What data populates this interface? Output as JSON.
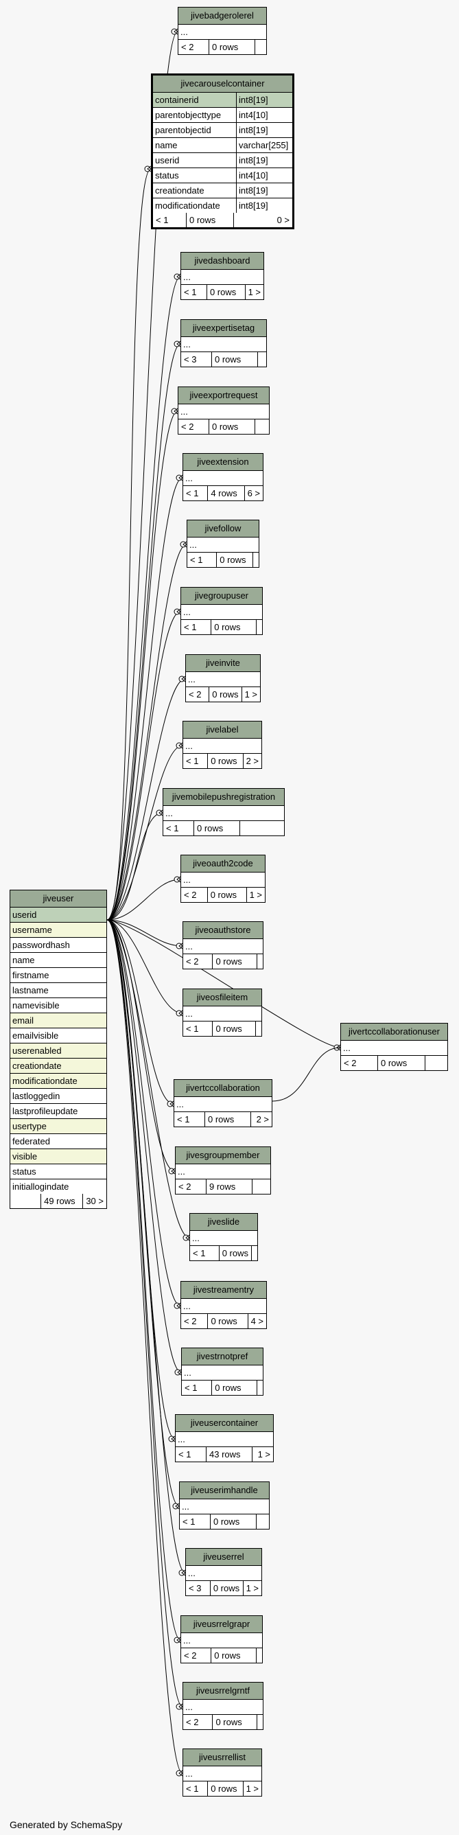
{
  "footer": "Generated by SchemaSpy",
  "colors": {
    "title": "#9bab96",
    "pk": "#bed1b8",
    "indexed": "#f4f7da",
    "background": "#f7f7f7"
  },
  "jiveuser": {
    "name": "jiveuser",
    "columns": [
      "userid",
      "username",
      "passwordhash",
      "name",
      "firstname",
      "lastname",
      "namevisible",
      "email",
      "emailvisible",
      "userenabled",
      "creationdate",
      "modificationdate",
      "lastloggedin",
      "lastprofileupdate",
      "usertype",
      "federated",
      "visible",
      "status",
      "initiallogindate"
    ],
    "rows": "49 rows",
    "children": "30 >"
  },
  "carousel": {
    "name": "jivecarouselcontainer",
    "columns": [
      {
        "name": "containerid",
        "type": "int8[19]"
      },
      {
        "name": "parentobjecttype",
        "type": "int4[10]"
      },
      {
        "name": "parentobjectid",
        "type": "int8[19]"
      },
      {
        "name": "name",
        "type": "varchar[255]"
      },
      {
        "name": "userid",
        "type": "int8[19]"
      },
      {
        "name": "status",
        "type": "int4[10]"
      },
      {
        "name": "creationdate",
        "type": "int8[19]"
      },
      {
        "name": "modificationdate",
        "type": "int8[19]"
      }
    ],
    "parents": "< 1",
    "rows": "0 rows",
    "children": "0 >"
  },
  "rtccollabuser": {
    "name": "jivertccollaborationuser",
    "ellipsis": "...",
    "parents": "< 2",
    "rows": "0 rows",
    "children": ""
  },
  "tables": [
    {
      "name": "jivebadgerolerel",
      "ellipsis": "...",
      "parents": "< 2",
      "rows": "0 rows",
      "children": ""
    },
    {
      "name": "jivedashboard",
      "ellipsis": "...",
      "parents": "< 1",
      "rows": "0 rows",
      "children": "1 >"
    },
    {
      "name": "jiveexpertisetag",
      "ellipsis": "...",
      "parents": "< 3",
      "rows": "0 rows",
      "children": ""
    },
    {
      "name": "jiveexportrequest",
      "ellipsis": "...",
      "parents": "< 2",
      "rows": "0 rows",
      "children": ""
    },
    {
      "name": "jiveextension",
      "ellipsis": "...",
      "parents": "< 1",
      "rows": "4 rows",
      "children": "6 >"
    },
    {
      "name": "jivefollow",
      "ellipsis": "...",
      "parents": "< 1",
      "rows": "0 rows",
      "children": ""
    },
    {
      "name": "jivegroupuser",
      "ellipsis": "...",
      "parents": "< 1",
      "rows": "0 rows",
      "children": ""
    },
    {
      "name": "jiveinvite",
      "ellipsis": "...",
      "parents": "< 2",
      "rows": "0 rows",
      "children": "1 >"
    },
    {
      "name": "jivelabel",
      "ellipsis": "...",
      "parents": "< 1",
      "rows": "0 rows",
      "children": "2 >"
    },
    {
      "name": "jivemobilepushregistration",
      "ellipsis": "...",
      "parents": "< 1",
      "rows": "0 rows",
      "children": ""
    },
    {
      "name": "jiveoauth2code",
      "ellipsis": "...",
      "parents": "< 2",
      "rows": "0 rows",
      "children": "1 >"
    },
    {
      "name": "jiveoauthstore",
      "ellipsis": "...",
      "parents": "< 2",
      "rows": "0 rows",
      "children": ""
    },
    {
      "name": "jiveosfileitem",
      "ellipsis": "...",
      "parents": "< 1",
      "rows": "0 rows",
      "children": ""
    },
    {
      "name": "jivertccollaboration",
      "ellipsis": "...",
      "parents": "< 1",
      "rows": "0 rows",
      "children": "2 >"
    },
    {
      "name": "jivesgroupmember",
      "ellipsis": "...",
      "parents": "< 2",
      "rows": "9 rows",
      "children": ""
    },
    {
      "name": "jiveslide",
      "ellipsis": "...",
      "parents": "< 1",
      "rows": "0 rows",
      "children": ""
    },
    {
      "name": "jivestreamentry",
      "ellipsis": "...",
      "parents": "< 2",
      "rows": "0 rows",
      "children": "4 >"
    },
    {
      "name": "jivestrnotpref",
      "ellipsis": "...",
      "parents": "< 1",
      "rows": "0 rows",
      "children": ""
    },
    {
      "name": "jiveusercontainer",
      "ellipsis": "...",
      "parents": "< 1",
      "rows": "43 rows",
      "children": "1 >"
    },
    {
      "name": "jiveuserimhandle",
      "ellipsis": "...",
      "parents": "< 1",
      "rows": "0 rows",
      "children": ""
    },
    {
      "name": "jiveuserrel",
      "ellipsis": "...",
      "parents": "< 3",
      "rows": "0 rows",
      "children": "1 >"
    },
    {
      "name": "jiveusrrelgrapr",
      "ellipsis": "...",
      "parents": "< 2",
      "rows": "0 rows",
      "children": ""
    },
    {
      "name": "jiveusrrelgrntf",
      "ellipsis": "...",
      "parents": "< 2",
      "rows": "0 rows",
      "children": ""
    },
    {
      "name": "jiveusrrellist",
      "ellipsis": "...",
      "parents": "< 1",
      "rows": "0 rows",
      "children": "1 >"
    }
  ]
}
